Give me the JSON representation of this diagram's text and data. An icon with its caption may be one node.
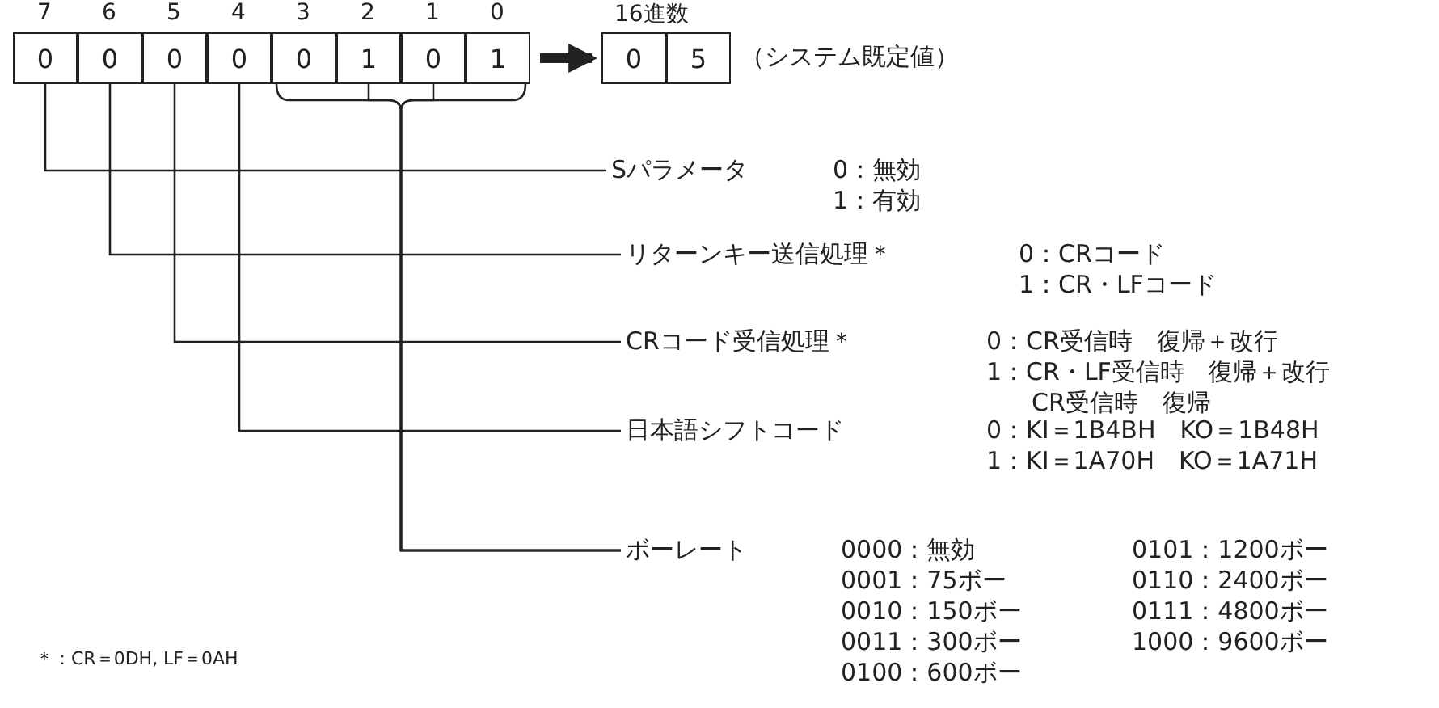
{
  "diagram": {
    "nodes": [
      {
        "text": [
          "0"
        ],
        "beside": [
          "7"
        ]
      },
      {
        "text": [
          "0"
        ],
        "beside": [
          "6"
        ]
      },
      {
        "text": [
          "0"
        ],
        "beside": [
          "5"
        ]
      },
      {
        "text": [
          "0"
        ],
        "beside": [
          "4"
        ]
      },
      {
        "text": [
          "0"
        ],
        "beside": [
          "3"
        ]
      },
      {
        "text": [
          "1"
        ],
        "beside": [
          "2"
        ]
      },
      {
        "text": [
          "0"
        ],
        "beside": [
          "1"
        ]
      },
      {
        "text": [
          "1"
        ],
        "beside": [
          "0"
        ]
      },
      {
        "text": [
          "0"
        ]
      },
      {
        "text": [
          "5"
        ]
      },
      {
        "text": [
          "Sパラメータ",
          "0：無効",
          "1：有効"
        ]
      },
      {
        "text": [
          "リターンキー送信処理＊",
          "0：CRコード",
          "1：CR・LFコード"
        ]
      },
      {
        "text": [
          "CRコード受信処理＊",
          "0：CR受信時　復帰＋改行",
          "1：CR・LF受信時　復帰＋改行",
          "CR受信時　復帰"
        ]
      },
      {
        "text": [
          "日本語シフトコード",
          "0：KI＝1B4BH　KO＝1B48H",
          "1：KI＝1A70H　KO＝1A71H"
        ]
      },
      {
        "text": [
          "ボーレート",
          "0000：無効",
          "0001：75ボー",
          "0010：150ボー",
          "0011：300ボー",
          "0100：600ボー",
          "0101：1200ボー",
          "0110：2400ボー",
          "0111：4800ボー",
          "1000：9600ボー"
        ]
      }
    ],
    "edges": [
      {
        "from": 7,
        "to": 8,
        "arrow": "to",
        "style": "thick"
      },
      {
        "from": 0,
        "to": 10,
        "arrow": "none"
      },
      {
        "from": 1,
        "to": 11,
        "arrow": "none"
      },
      {
        "from": 2,
        "to": 12,
        "arrow": "none"
      },
      {
        "from": 3,
        "to": 13,
        "arrow": "none"
      },
      {
        "from": 4,
        "to": 14,
        "arrow": "none"
      },
      {
        "from": 5,
        "to": 14,
        "arrow": "none"
      },
      {
        "from": 6,
        "to": 14,
        "arrow": "none"
      },
      {
        "from": 7,
        "to": 14,
        "arrow": "none"
      }
    ],
    "labels": [
      "16進数",
      "（システム既定値）",
      "＊：CR＝0DH, LF＝0AH"
    ]
  }
}
